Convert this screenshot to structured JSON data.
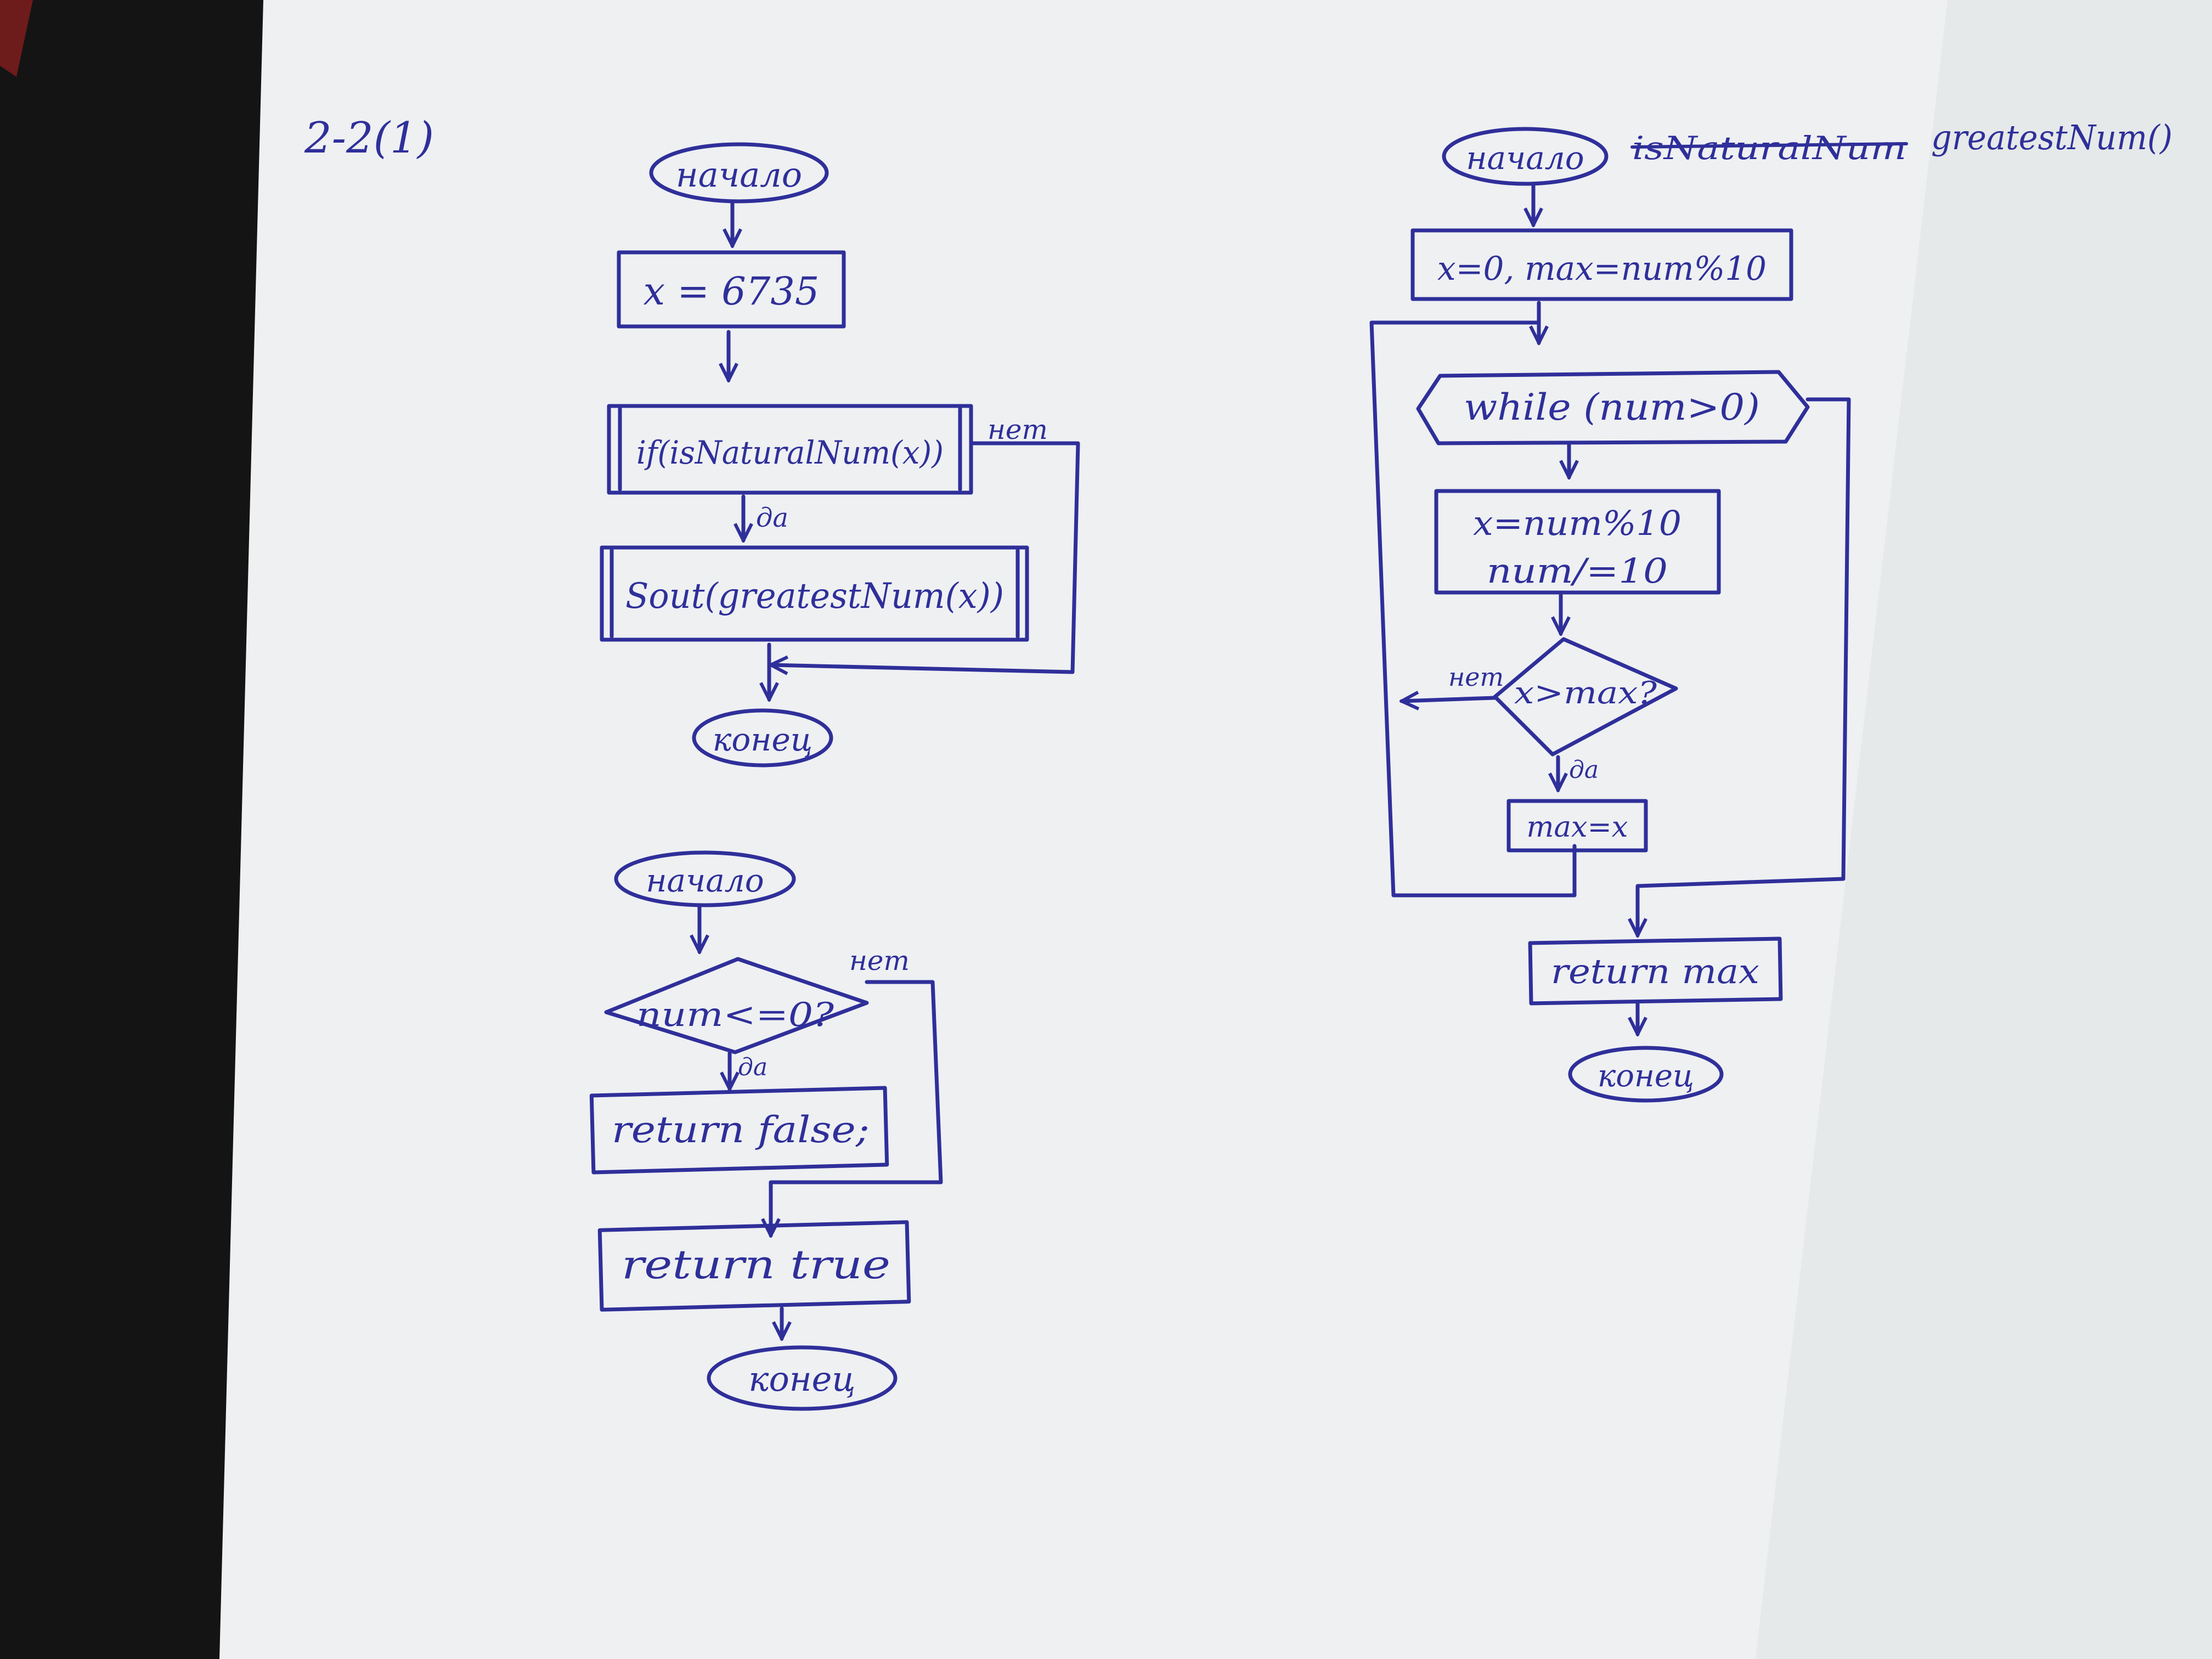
{
  "page": {
    "label": "2-2(1)",
    "paper_color": "#eef0f2",
    "ink_color": "#2f2f9a"
  },
  "flowchart_main": {
    "start": "начало",
    "assign": "x = 6735",
    "if_call": "if(isNaturalNum(x))",
    "branch_no": "нет",
    "branch_yes": "да",
    "print": "Sout(greatestNum(x))",
    "end": "конец"
  },
  "flowchart_is_natural": {
    "start": "начало",
    "condition": "num<=0?",
    "branch_no": "нет",
    "branch_yes": "да",
    "return_false": "return false;",
    "return_true": "return true",
    "end": "конец"
  },
  "flowchart_greatest": {
    "start": "начало",
    "title_struck": "isNaturalNum",
    "title": "greatestNum()",
    "init": "x=0, max=num%10",
    "loop": "while (num>0)",
    "body_line1": "x=num%10",
    "body_line2": "num/=10",
    "condition": "x>max?",
    "branch_no": "нет",
    "branch_yes": "да",
    "assign": "max=x",
    "return": "return max",
    "end": "конец"
  }
}
